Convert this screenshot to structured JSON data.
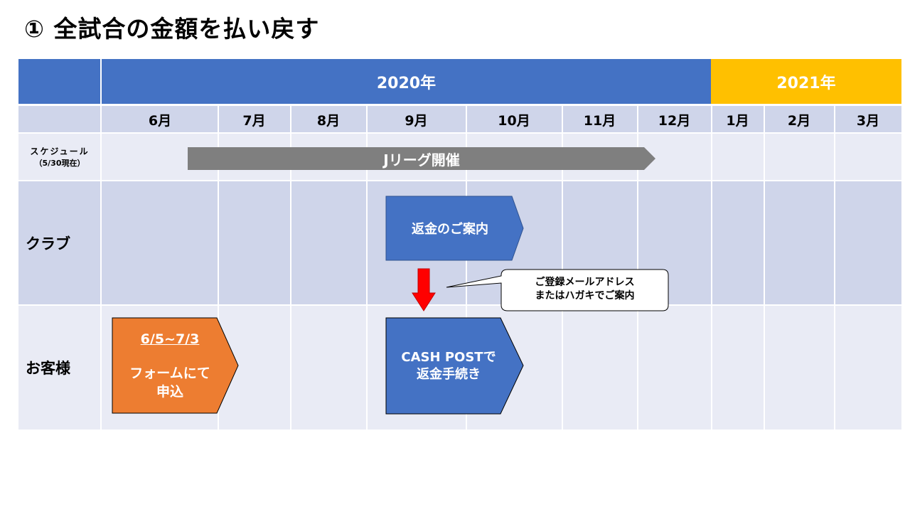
{
  "title": "① 全試合の金額を払い戻す",
  "years": {
    "y2020": "2020年",
    "y2021": "2021年"
  },
  "months": [
    "6月",
    "7月",
    "8月",
    "9月",
    "10月",
    "11月",
    "12月",
    "1月",
    "2月",
    "3月"
  ],
  "rows": {
    "schedule": {
      "line1": "スケジュール",
      "line2": "（5/30現在）"
    },
    "club": "クラブ",
    "customer": "お客様"
  },
  "schedule_bar": {
    "label": "Jリーグ開催"
  },
  "club_box": {
    "label": "返金のご案内"
  },
  "callout": {
    "line1": "ご登録メールアドレス",
    "line2": "またはハガキでご案内"
  },
  "customer_orange": {
    "date": "6/5~7/3",
    "line1": "フォームにて",
    "line2": "申込"
  },
  "customer_blue": {
    "line1": "CASH POSTで",
    "line2": "返金手続き"
  },
  "colors": {
    "header_blue": "#4472c4",
    "header_gold": "#ffc000",
    "row_light": "#e9ebf5",
    "row_dark": "#cfd5ea",
    "bar_gray": "#7f7f7f",
    "orange": "#ed7d31",
    "arrow_red": "#ff0000"
  }
}
